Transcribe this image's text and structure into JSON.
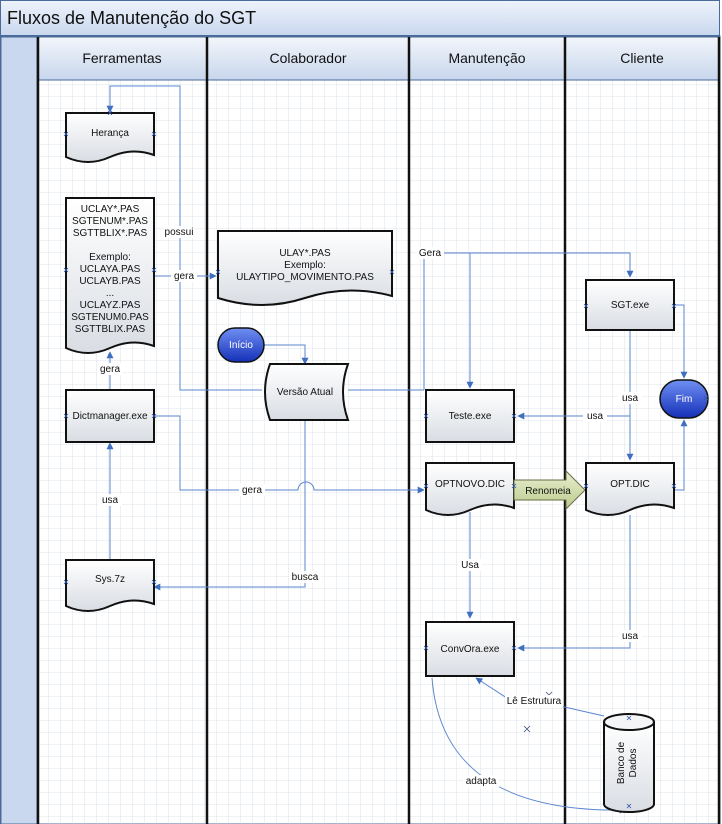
{
  "diagram": {
    "title": "Fluxos de Manutenção do SGT",
    "lanes": [
      {
        "id": "ferramentas",
        "label": "Ferramentas"
      },
      {
        "id": "colaborador",
        "label": "Colaborador"
      },
      {
        "id": "manutencao",
        "label": "Manutenção"
      },
      {
        "id": "cliente",
        "label": "Cliente"
      }
    ],
    "nodes": {
      "heranca": {
        "lines": [
          "Herança"
        ]
      },
      "uclay_files": {
        "lines": [
          "UCLAY*.PAS",
          "SGTENUM*.PAS",
          "SGTTBLIX*.PAS",
          "",
          "Exemplo:",
          "UCLAYA.PAS",
          "UCLAYB.PAS",
          "...",
          "UCLAYZ.PAS",
          "SGTENUM0.PAS",
          "SGTTBLIX.PAS"
        ]
      },
      "dictmanager": {
        "lines": [
          "Dictmanager.exe"
        ]
      },
      "sys7z": {
        "lines": [
          "Sys.7z"
        ]
      },
      "ulay_doc": {
        "lines": [
          "ULAY*.PAS",
          "Exemplo:",
          "ULAYTIPO_MOVIMENTO.PAS"
        ]
      },
      "inicio": {
        "lines": [
          "Início"
        ]
      },
      "versao_atual": {
        "lines": [
          "Versão Atual"
        ]
      },
      "teste": {
        "lines": [
          "Teste.exe"
        ]
      },
      "optnovo": {
        "lines": [
          "OPTNOVO.DIC"
        ]
      },
      "convora": {
        "lines": [
          "ConvOra.exe"
        ]
      },
      "sgt": {
        "lines": [
          "SGT.exe"
        ]
      },
      "fim": {
        "lines": [
          "Fim"
        ]
      },
      "opt": {
        "lines": [
          "OPT.DIC"
        ]
      },
      "banco": {
        "lines": [
          "Banco de",
          "Dados"
        ]
      }
    },
    "edges": {
      "possui": "possui",
      "gera_ulay": "gera",
      "gera_uclay": "gera",
      "usa_sys": "usa",
      "gera_optnovo": "gera",
      "busca": "busca",
      "gera_top": "Gera",
      "renomeia": "Renomeia",
      "usa_teste": "usa",
      "usa_sgt": "usa",
      "usa_convora": "Usa",
      "usa_opt": "usa",
      "le_estrutura": "Lê Estrutura",
      "adapta": "adapta"
    }
  }
}
